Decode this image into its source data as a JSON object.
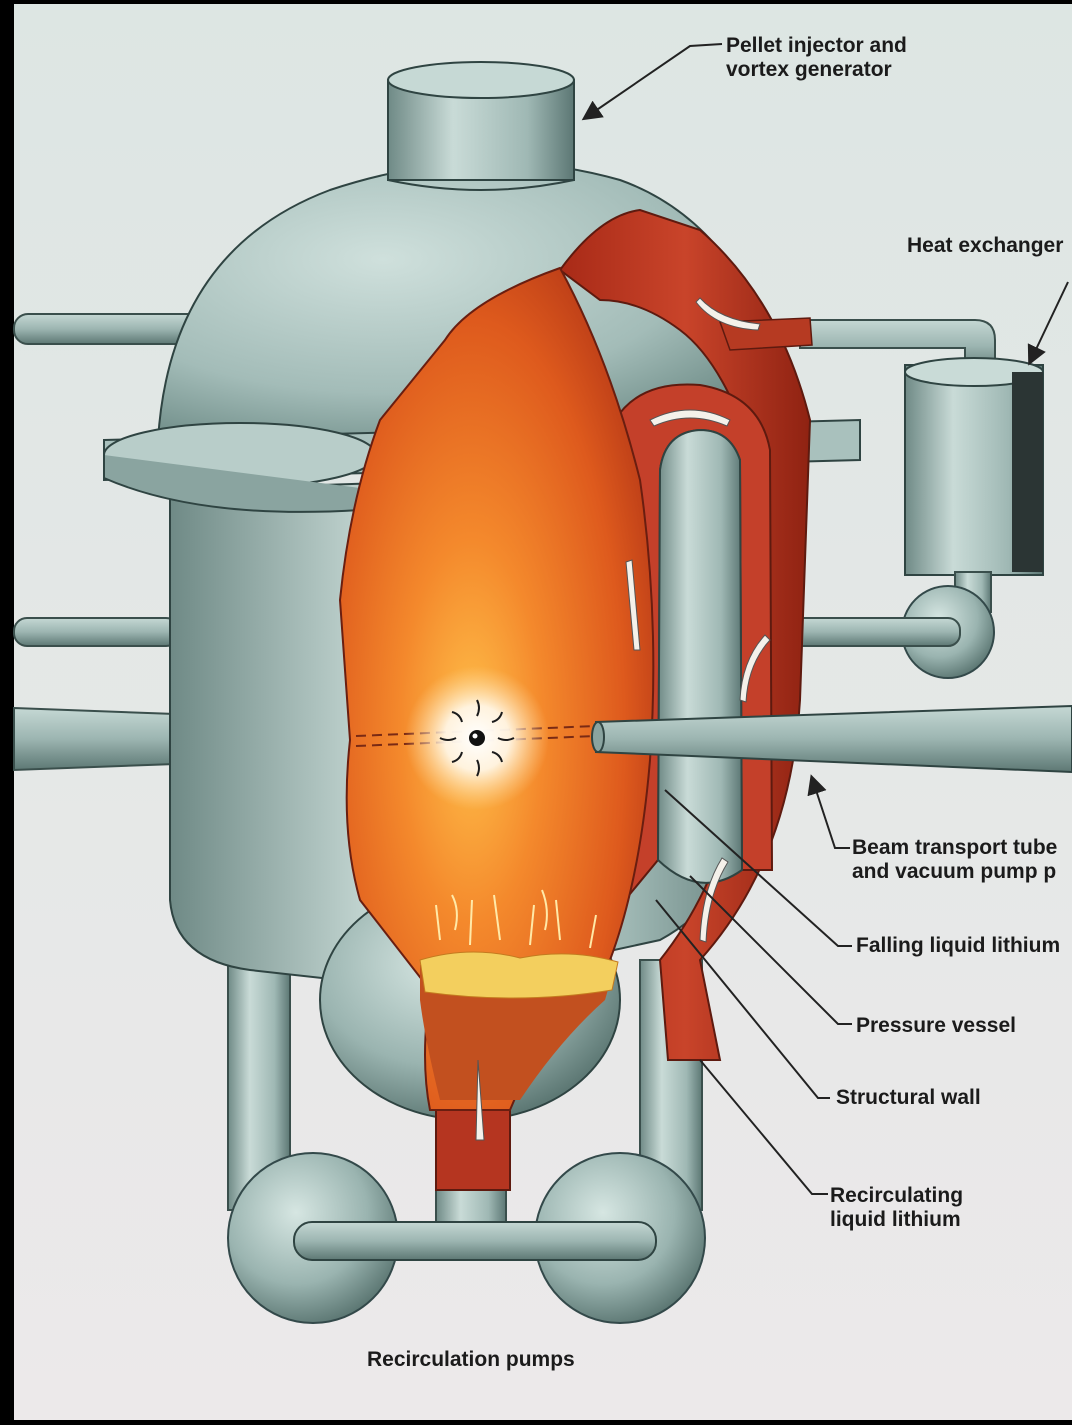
{
  "labels": {
    "pellet_injector": [
      "Pellet injector and",
      "vortex generator"
    ],
    "heat_exchanger": "Heat exchanger",
    "beam_transport": [
      "Beam transport tube",
      "and vacuum pump p"
    ],
    "falling_lithium": "Falling liquid lithium",
    "pressure_vessel": "Pressure vessel",
    "structural_wall": "Structural wall",
    "recirculating_lithium": [
      "Recirculating",
      "liquid lithium"
    ],
    "recirculation_pumps": "Recirculation pumps"
  },
  "colors": {
    "background": "#dfe7e4",
    "steel": "#a9c1bd",
    "steel_dark": "#5f7b77",
    "lithium_red": "#b8321c",
    "plasma_orange": "#f07a2c",
    "frame": "#000000"
  }
}
